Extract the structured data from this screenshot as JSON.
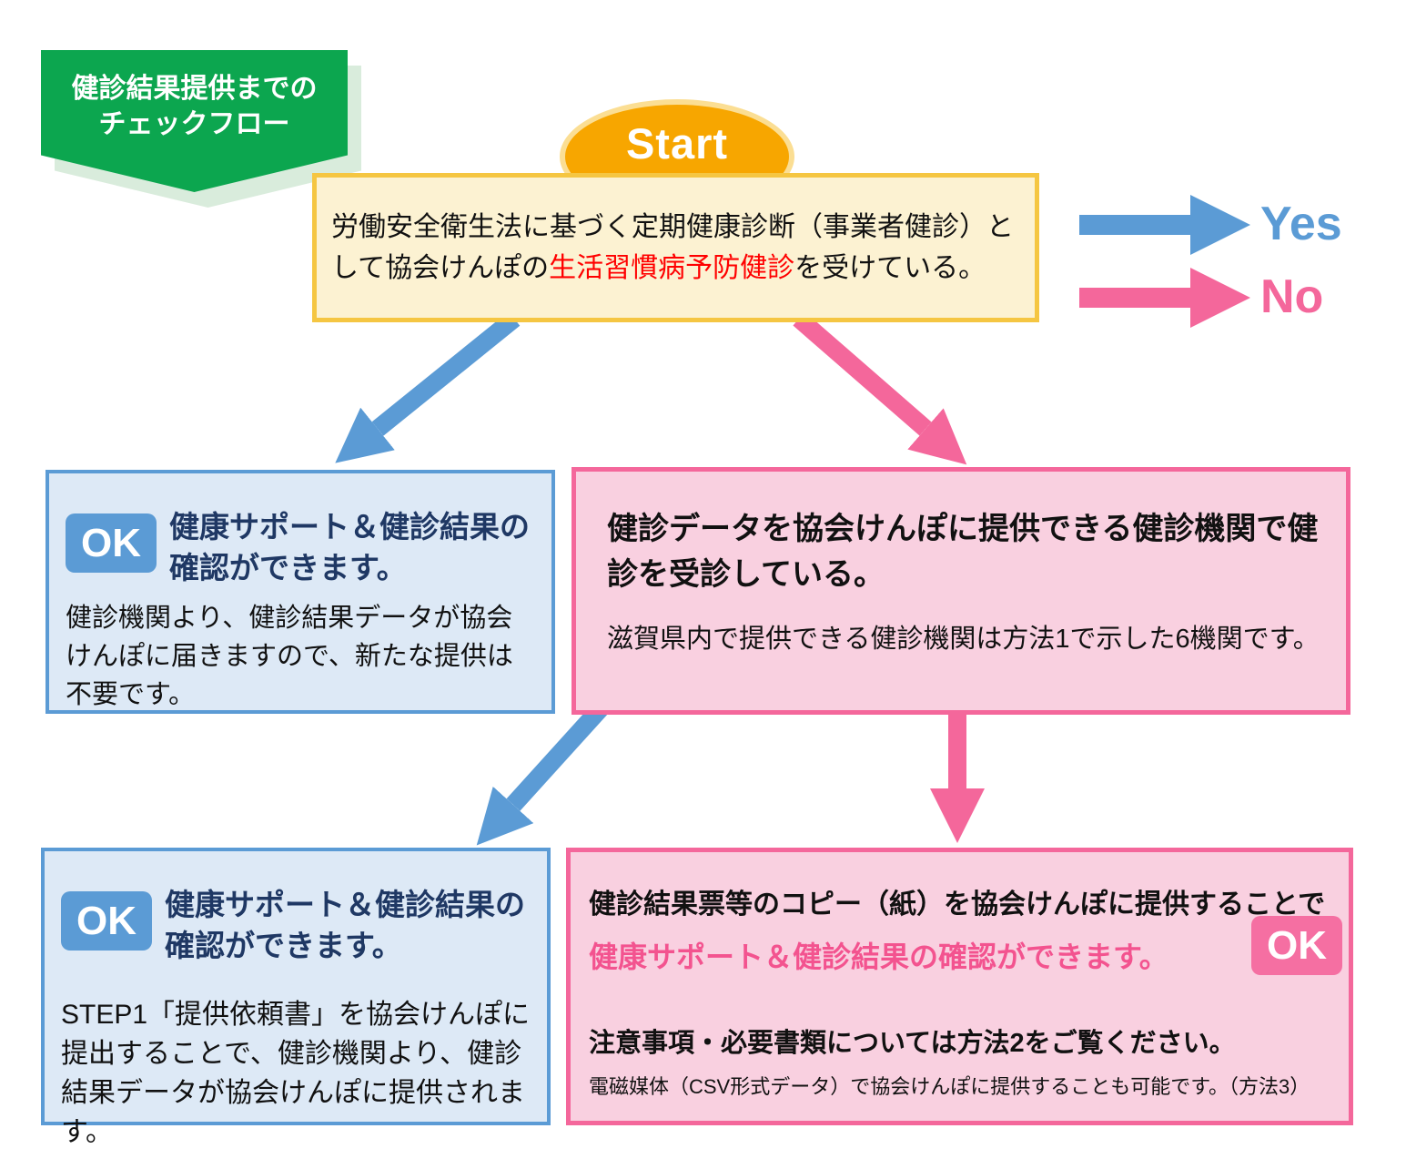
{
  "badge": {
    "line1": "健診結果提供までの",
    "line2": "チェックフロー"
  },
  "start": {
    "label": "Start"
  },
  "q1": {
    "line1": "労働安全衛生法に基づく定期健康診断（事業者健診）と",
    "line2_before": "して協会けんぽの",
    "line2_highlight": "生活習慣病予防健診",
    "line2_after": "を受けている。"
  },
  "legend": {
    "yes": "Yes",
    "no": "No"
  },
  "ok1": {
    "badge": "OK",
    "title": "健康サポート＆健診結果の確認ができます。",
    "body": "健診機関より、健診結果データが協会けんぽに届きますので、新たな提供は不要です。"
  },
  "q2": {
    "title": "健診データを協会けんぽに提供できる健診機関で健診を受診している。",
    "body": "滋賀県内で提供できる健診機関は方法1で示した6機関です。"
  },
  "ok2": {
    "badge": "OK",
    "title": "健康サポート＆健診結果の確認ができます。",
    "body": "STEP1「提供依頼書」を協会けんぽに提出することで、健診機関より、健診結果データが協会けんぽに提供されます。"
  },
  "paper": {
    "line1": "健診結果票等のコピー（紙）を協会けんぽに提供することで",
    "line2": "健康サポート＆健診結果の確認ができます。",
    "badge": "OK",
    "note1": "注意事項・必要書類については方法2をご覧ください。",
    "note2": "電磁媒体（CSV形式データ）で協会けんぽに提供することも可能です。（方法3）"
  },
  "colors": {
    "green": "#0CA64F",
    "green-shadow": "#D9ECDC",
    "orange": "#F7A600",
    "orange-border": "#FBDE93",
    "yellow-bg": "#FCF2D2",
    "yellow-border": "#F5C642",
    "blue": "#5B9BD5",
    "blue-bg": "#DDE9F6",
    "navy": "#1F3864",
    "pink": "#F4679B",
    "pink-bg": "#F9D0E0",
    "pink-text": "#F3538F",
    "red": "#FF0000"
  }
}
